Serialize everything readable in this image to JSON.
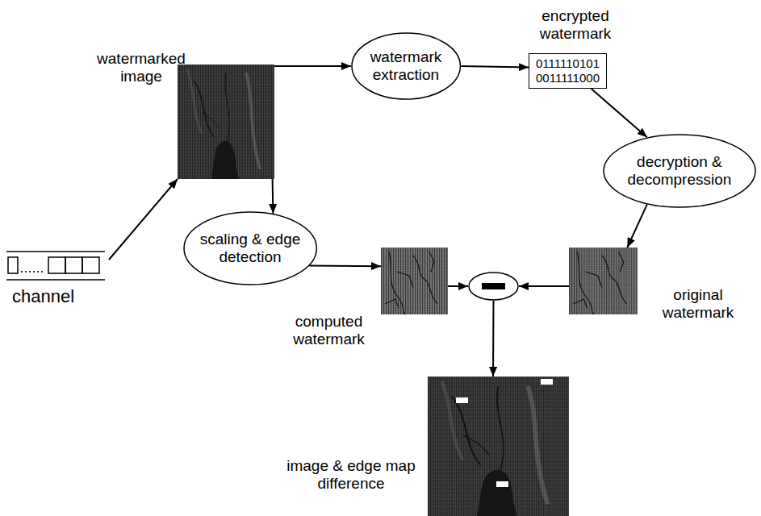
{
  "diagram": {
    "nodes": [
      {
        "text": [
          "watermarked image"
        ]
      },
      {
        "text": [
          "watermark extraction"
        ]
      },
      {
        "text": [
          "encrypted watermark",
          "0111110101 0011111000"
        ]
      },
      {
        "text": [
          "decryption & decompression"
        ]
      },
      {
        "text": [
          "channel"
        ]
      },
      {
        "text": [
          "scaling & edge detection"
        ]
      },
      {
        "text": [
          "computed watermark"
        ]
      },
      {
        "text": []
      },
      {
        "text": [
          "original watermark"
        ]
      },
      {
        "text": [
          "image & edge map difference"
        ]
      }
    ],
    "edges": [
      {
        "from": 4,
        "to": 0,
        "arrow": "to"
      },
      {
        "from": 0,
        "to": 1,
        "arrow": "to"
      },
      {
        "from": 1,
        "to": 2,
        "arrow": "to"
      },
      {
        "from": 2,
        "to": 3,
        "arrow": "to"
      },
      {
        "from": 3,
        "to": 8,
        "arrow": "to"
      },
      {
        "from": 0,
        "to": 5,
        "arrow": "to"
      },
      {
        "from": 5,
        "to": 6,
        "arrow": "to"
      },
      {
        "from": 6,
        "to": 7,
        "arrow": "to"
      },
      {
        "from": 8,
        "to": 7,
        "arrow": "to"
      },
      {
        "from": 7,
        "to": 9,
        "arrow": "to"
      }
    ]
  }
}
